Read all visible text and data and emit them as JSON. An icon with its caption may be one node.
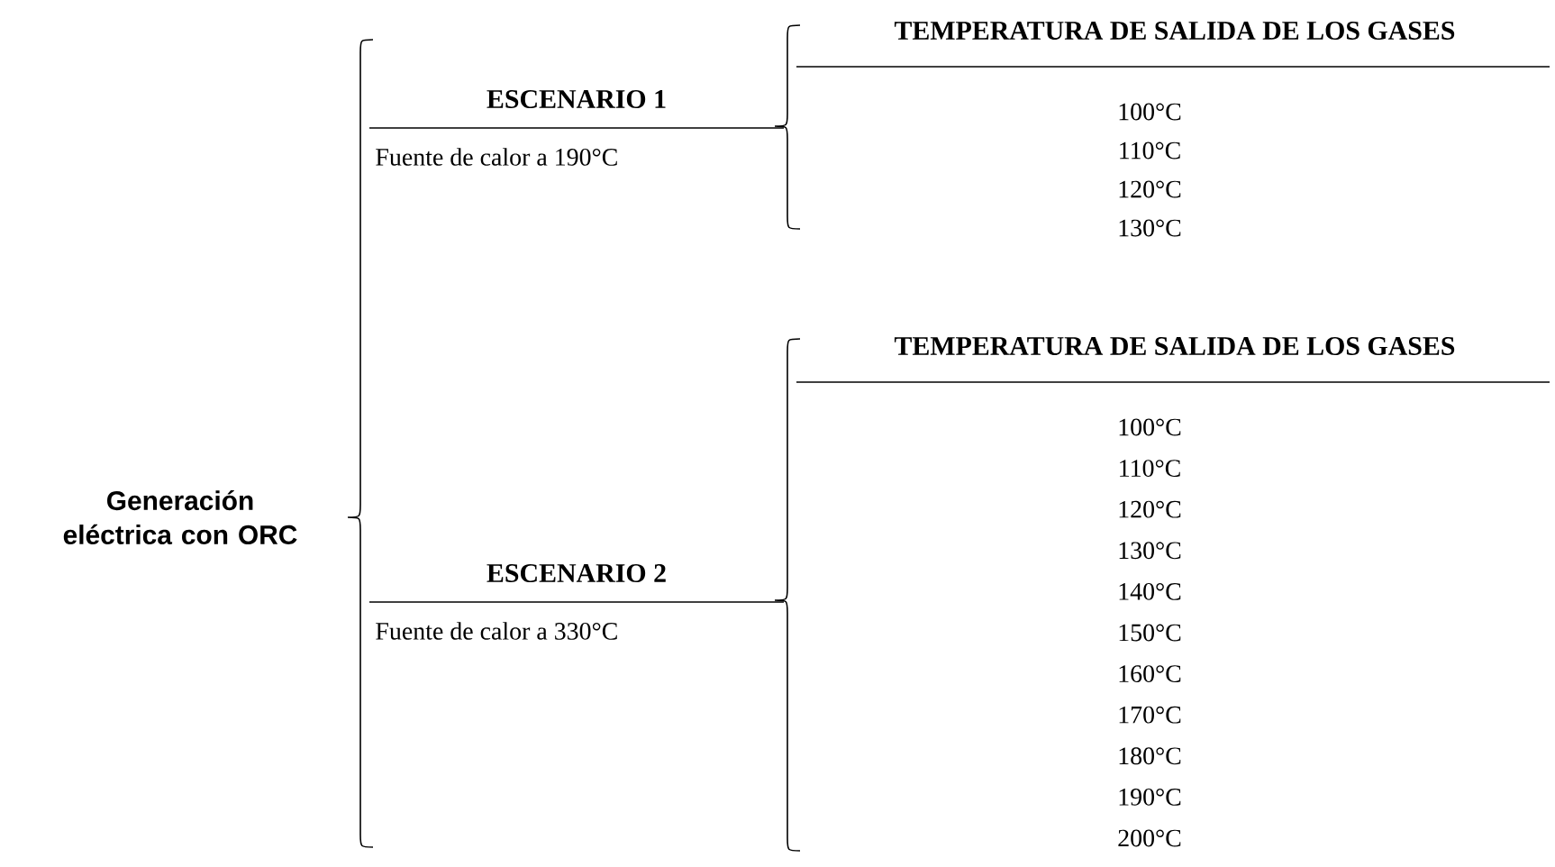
{
  "diagram": {
    "nodes": [
      {
        "text": [
          "Generación eléctrica con ORC"
        ]
      },
      {
        "text": [
          "ESCENARIO 1",
          "Fuente de calor a 190°C"
        ]
      },
      {
        "text": [
          "ESCENARIO 2",
          "Fuente de calor a 330°C"
        ]
      },
      {
        "text": [
          "TEMPERATURA DE SALIDA DE LOS GASES",
          "100°C",
          "110°C",
          "120°C",
          "130°C"
        ]
      },
      {
        "text": [
          "TEMPERATURA DE SALIDA DE LOS GASES",
          "100°C",
          "110°C",
          "120°C",
          "130°C",
          "140°C",
          "150°C",
          "160°C",
          "170°C",
          "180°C",
          "190°C",
          "200°C"
        ]
      }
    ]
  }
}
